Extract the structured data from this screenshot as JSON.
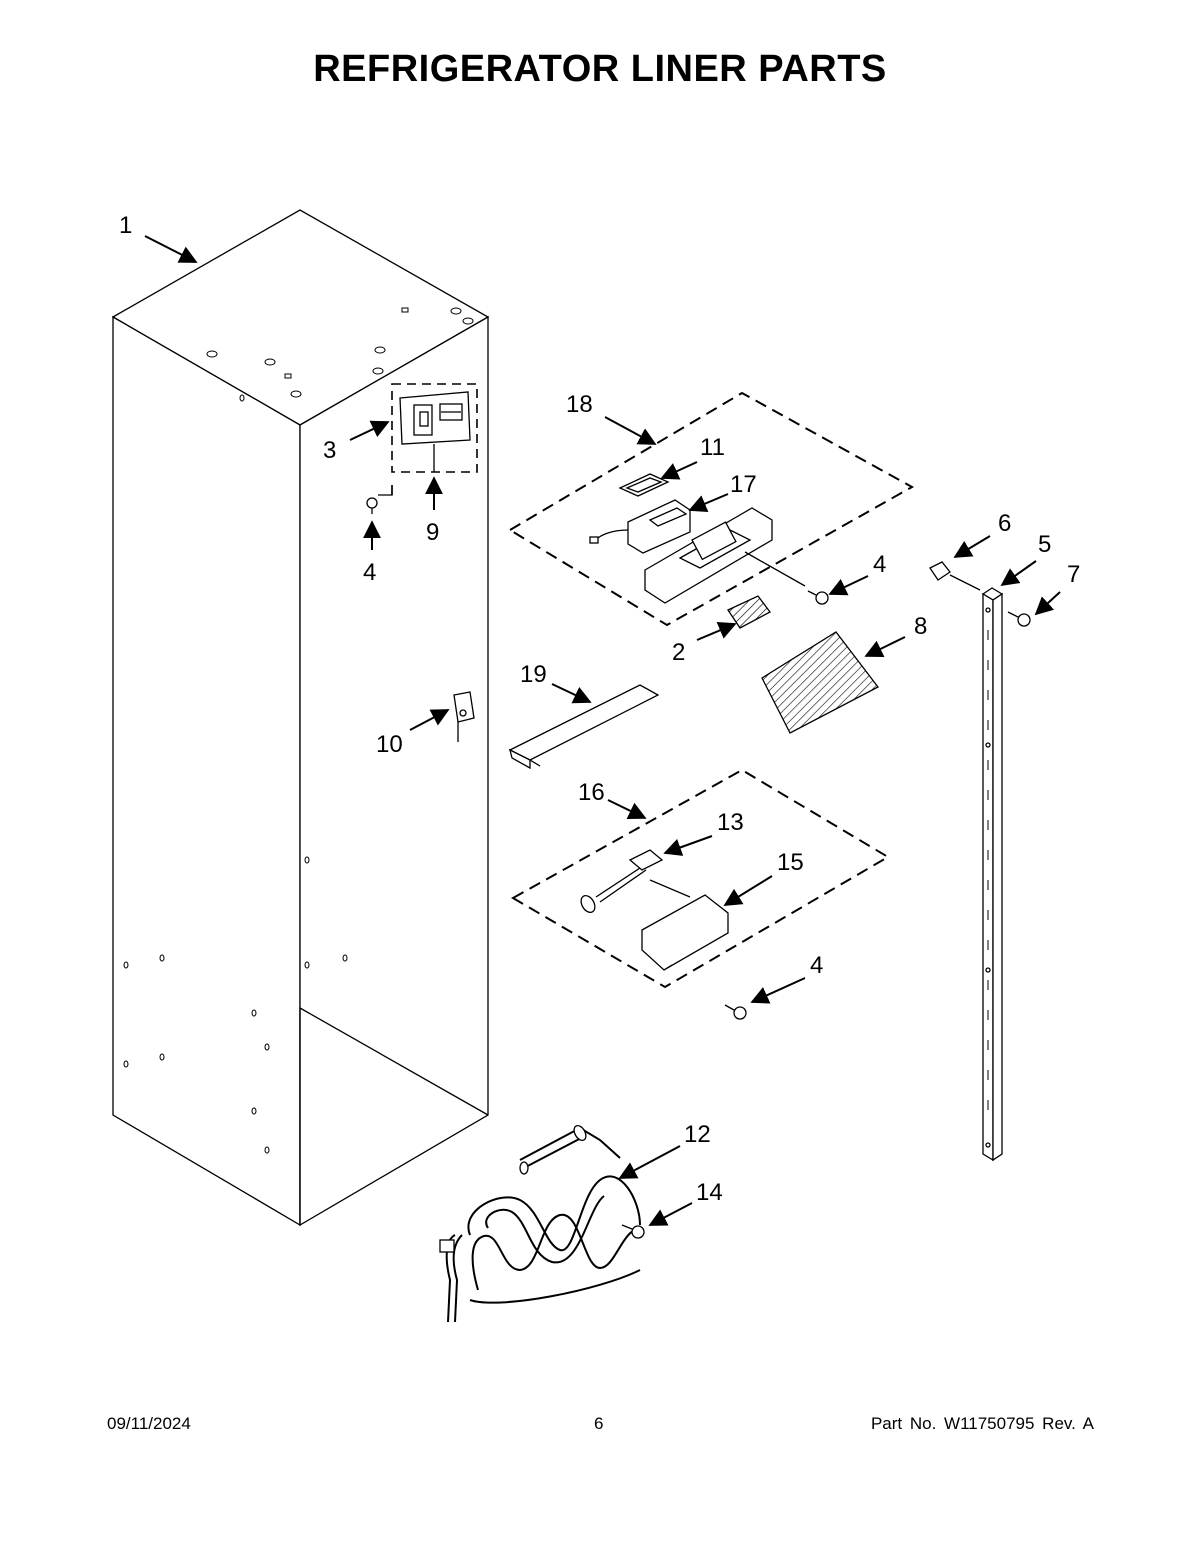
{
  "page": {
    "title": "REFRIGERATOR LINER PARTS"
  },
  "callouts": [
    {
      "id": "c1",
      "label": "1"
    },
    {
      "id": "c2",
      "label": "2"
    },
    {
      "id": "c3",
      "label": "3"
    },
    {
      "id": "c4a",
      "label": "4"
    },
    {
      "id": "c4b",
      "label": "4"
    },
    {
      "id": "c4c",
      "label": "4"
    },
    {
      "id": "c5",
      "label": "5"
    },
    {
      "id": "c6",
      "label": "6"
    },
    {
      "id": "c7",
      "label": "7"
    },
    {
      "id": "c8",
      "label": "8"
    },
    {
      "id": "c9",
      "label": "9"
    },
    {
      "id": "c10",
      "label": "10"
    },
    {
      "id": "c11",
      "label": "11"
    },
    {
      "id": "c12",
      "label": "12"
    },
    {
      "id": "c13",
      "label": "13"
    },
    {
      "id": "c14",
      "label": "14"
    },
    {
      "id": "c15",
      "label": "15"
    },
    {
      "id": "c16",
      "label": "16"
    },
    {
      "id": "c17",
      "label": "17"
    },
    {
      "id": "c18",
      "label": "18"
    },
    {
      "id": "c19",
      "label": "19"
    }
  ],
  "footer": {
    "date": "09/11/2024",
    "page_number": "6",
    "part_number": "Part No.  W11750795  Rev.  A"
  }
}
